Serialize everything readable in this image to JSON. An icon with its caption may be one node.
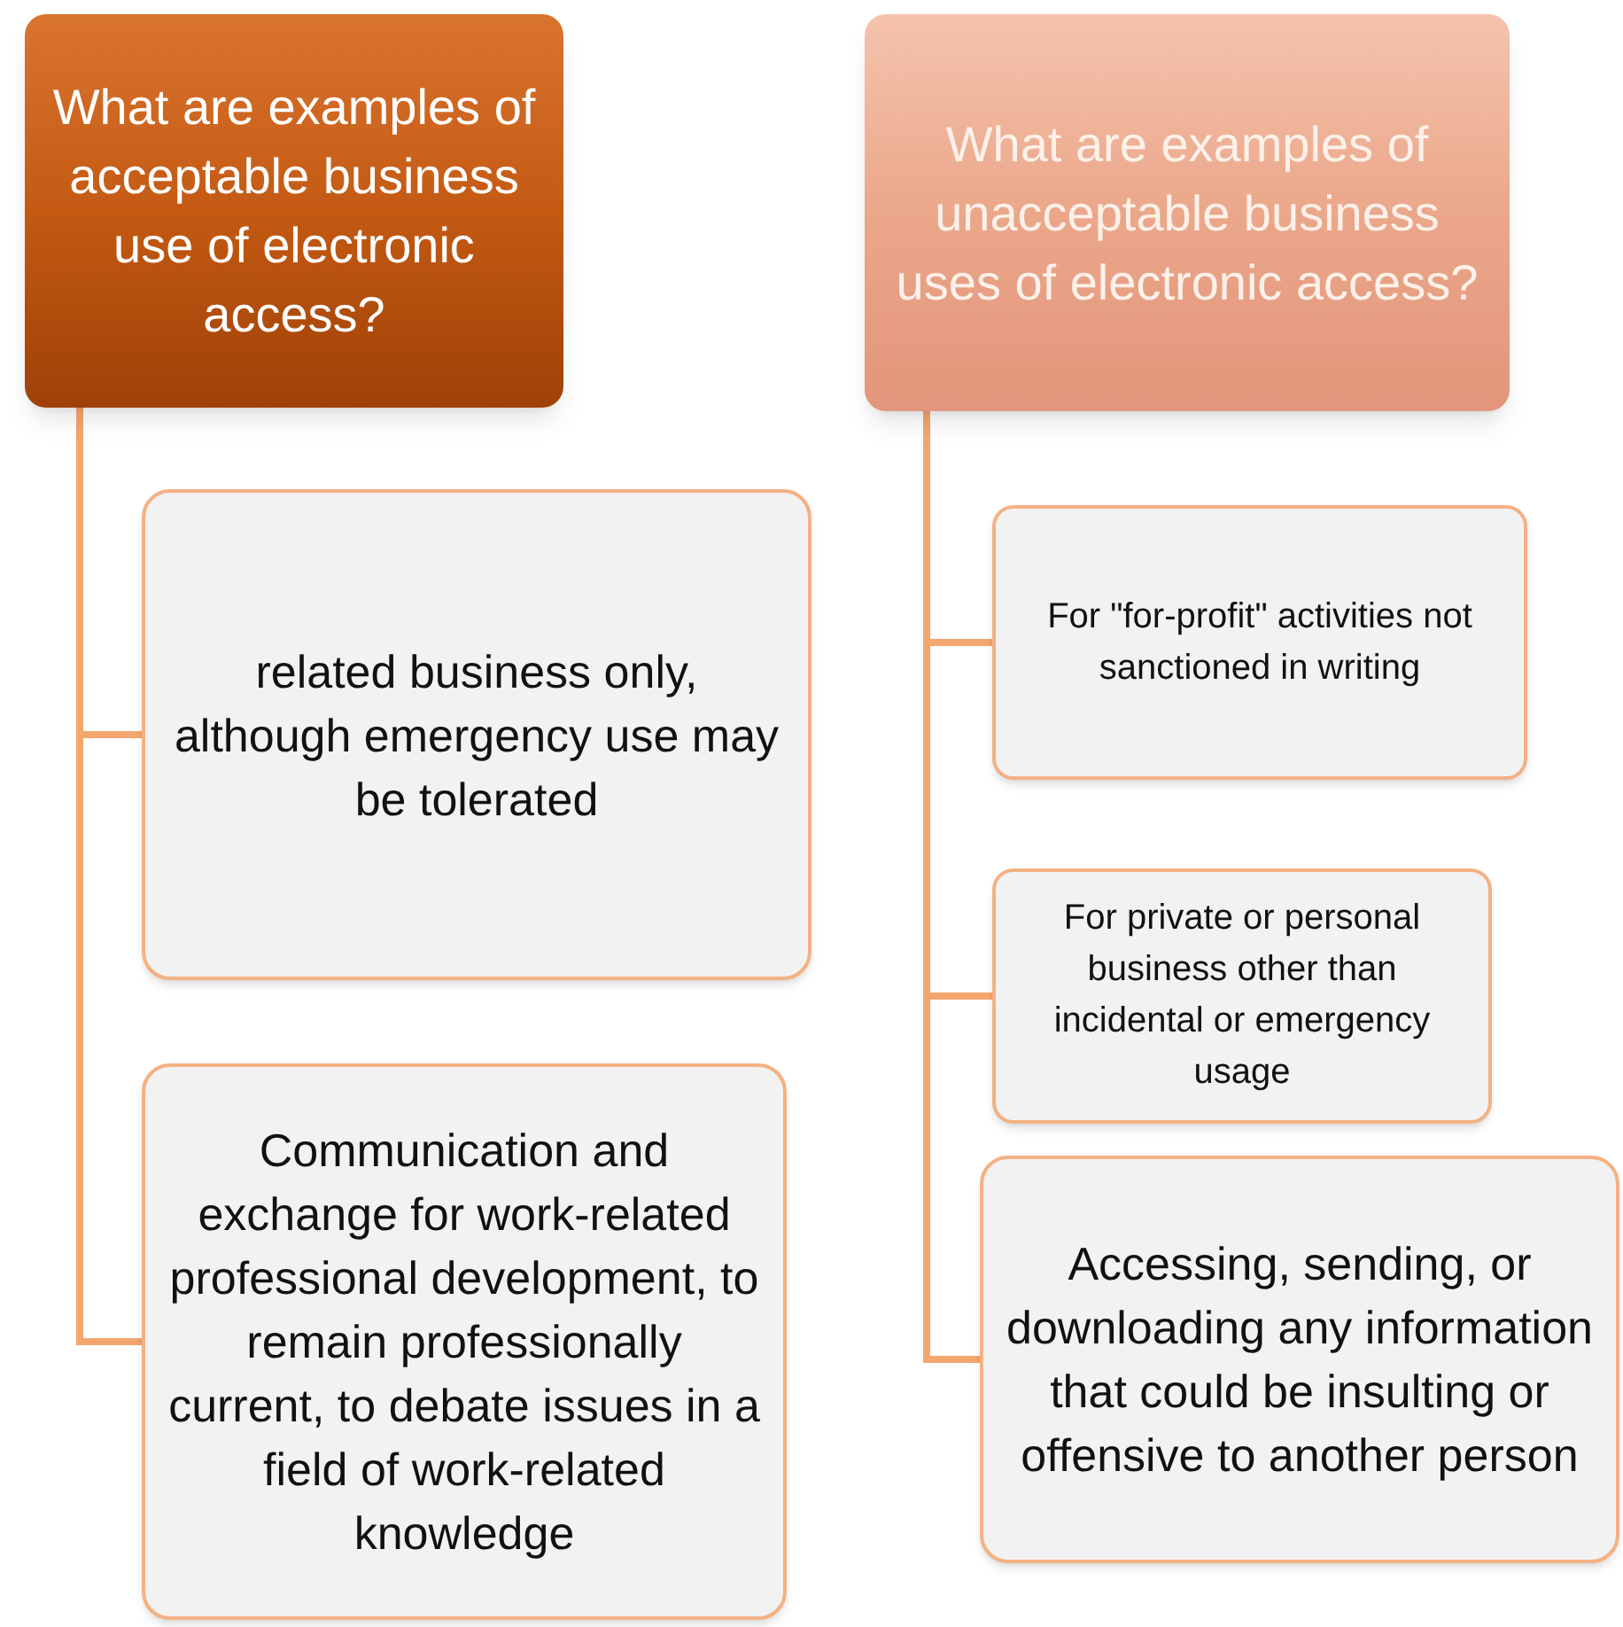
{
  "diagram": {
    "nodes": [
      {
        "text": [
          "What are examples of  acceptable business use of electronic access?"
        ]
      },
      {
        "text": [
          "related business only, although emergency use may be tolerated"
        ]
      },
      {
        "text": [
          "Communication and exchange for work-related professional development, to remain professionally current, to debate issues in a field of work-related knowledge"
        ]
      },
      {
        "text": [
          "What are examples of unacceptable business uses of electronic access?"
        ]
      },
      {
        "text": [
          "For \"for-profit\" activities not sanctioned in writing"
        ]
      },
      {
        "text": [
          "For private or personal business other than incidental or emergency usage"
        ]
      },
      {
        "text": [
          "Accessing, sending, or downloading any information that could be insulting or offensive to another person"
        ]
      }
    ],
    "edges": [
      {
        "from": 0,
        "to": 1,
        "arrow": "none"
      },
      {
        "from": 0,
        "to": 2,
        "arrow": "none"
      },
      {
        "from": 3,
        "to": 4,
        "arrow": "none"
      },
      {
        "from": 3,
        "to": 5,
        "arrow": "none"
      },
      {
        "from": 3,
        "to": 6,
        "arrow": "none"
      }
    ]
  }
}
